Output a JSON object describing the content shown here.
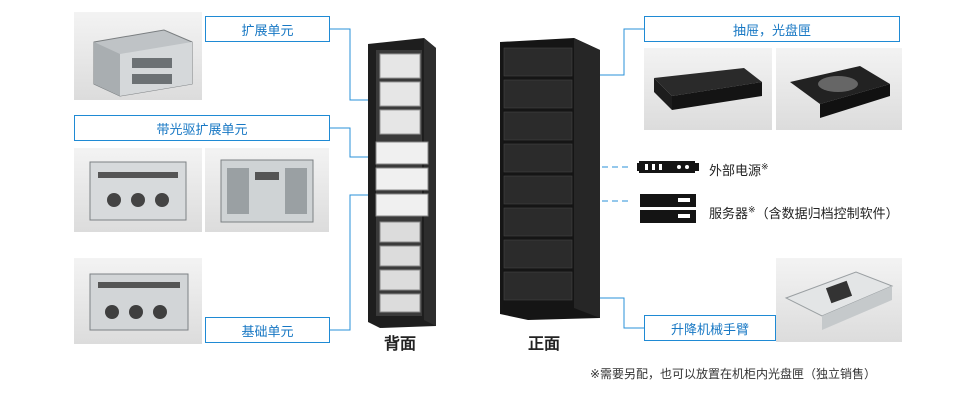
{
  "labels": {
    "expansion_unit": "扩展单元",
    "optical_expansion_unit": "带光驱扩展单元",
    "base_unit": "基础单元",
    "drawer_cartridge": "抽屉，光盘匣",
    "elevator_arm": "升降机械手臂"
  },
  "captions": {
    "back": "背面",
    "front": "正面"
  },
  "side_items": {
    "external_power": "外部电源",
    "external_power_mark": "※",
    "server": "服务器",
    "server_mark": "※",
    "server_note": "（含数据归档控制软件）"
  },
  "footnote": "※需要另配，也可以放置在机柜内光盘匣（独立销售）",
  "colors": {
    "accent": "#1f8ad4",
    "rack": "#1c1c1c"
  }
}
